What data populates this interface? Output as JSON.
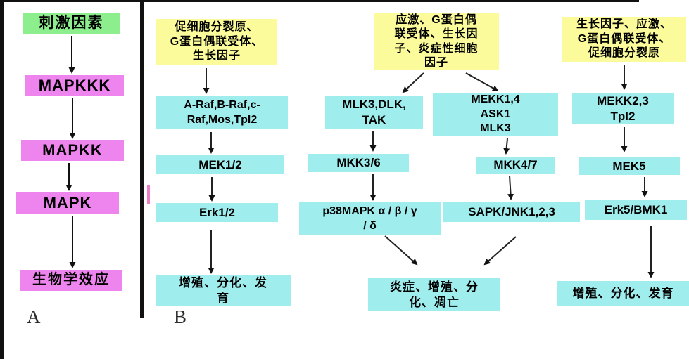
{
  "diagram_title": "MAPK signaling cascade diagram",
  "colors": {
    "stimulus_box": "#fbfb9b",
    "kinase_box": "#9feded",
    "green_box": "#8dee8d",
    "violet_box": "#ee84ee",
    "pink_tick": "#f07cc8",
    "line": "#111111"
  },
  "panel_a": {
    "label": "A",
    "stimulus": "刺激因素",
    "mapkkk": "MAPKKK",
    "mapkk": "MAPKK",
    "mapk": "MAPK",
    "effect": "生物学效应"
  },
  "panel_b": {
    "label": "B",
    "col1": {
      "stimuli": "促细胞分裂原、\nG蛋白偶联受体、\n生长因子",
      "map3k": "A-Raf,B-Raf,c-\nRaf,Mos,Tpl2",
      "map2k": "MEK1/2",
      "mapk": "Erk1/2",
      "effect": "增殖、分化、发\n育"
    },
    "col2": {
      "stimuli": "应激、G蛋白偶\n联受体、生长因\n子、炎症性细胞\n因子",
      "map3k_left": "MLK3,DLK,\nTAK",
      "map3k_right": "MEKK1,4\nASK1\nMLK3",
      "map2k_left": "MKK3/6",
      "map2k_right": "MKK4/7",
      "mapk_left": "p38MAPK α / β / γ\n/ δ",
      "mapk_right": "SAPK/JNK1,2,3",
      "effect": "炎症、增殖、分\n化、凋亡"
    },
    "col4": {
      "stimuli": "生长因子、应激、\nG蛋白偶联受体、\n促细胞分裂原",
      "map3k": "MEKK2,3\nTpl2",
      "map2k": "MEK5",
      "mapk": "Erk5/BMK1",
      "effect": "增殖、分化、发育"
    }
  }
}
